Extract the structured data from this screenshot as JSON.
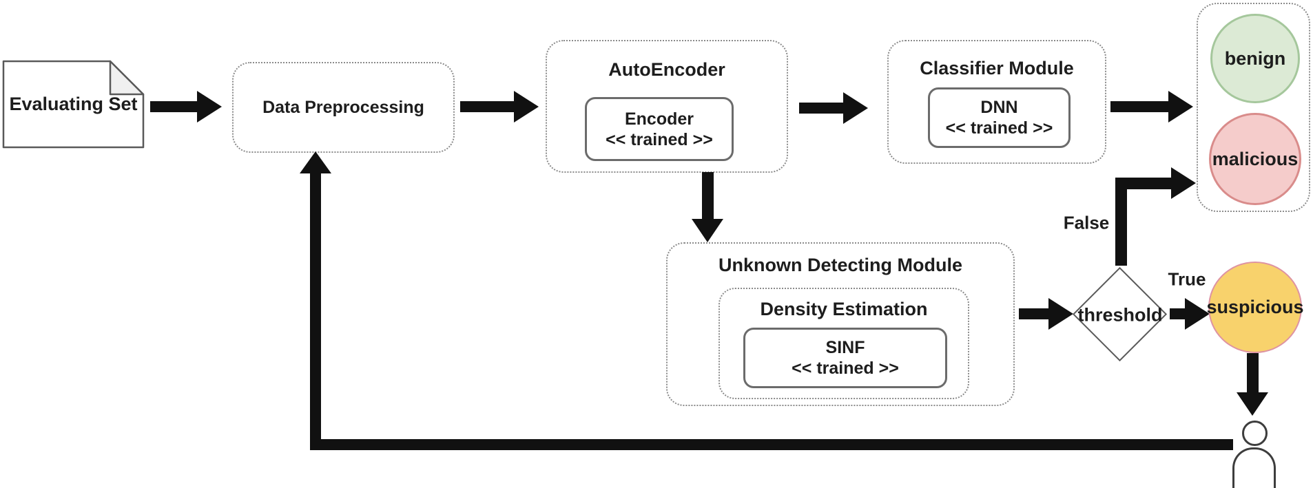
{
  "nodes": {
    "evaluating_set": {
      "label": "Evaluating Set"
    },
    "data_preprocessing": {
      "label": "Data Preprocessing"
    },
    "autoencoder": {
      "title": "AutoEncoder",
      "encoder_name": "Encoder",
      "encoder_stereotype": "<< trained >>"
    },
    "classifier_module": {
      "title": "Classifier Module",
      "dnn_name": "DNN",
      "dnn_stereotype": "<< trained >>"
    },
    "unknown_detecting_module": {
      "title": "Unknown Detecting Module",
      "density_estimation_title": "Density Estimation",
      "sinf_name": "SINF",
      "sinf_stereotype": "<< trained >>"
    },
    "threshold_decision": {
      "label": "threshold"
    }
  },
  "outputs": {
    "benign": {
      "label": "benign",
      "fill": "#dcead5",
      "border": "#a5c79c"
    },
    "malicious": {
      "label": "malicious",
      "fill": "#f5cccb",
      "border": "#d98c8b"
    },
    "suspicious": {
      "label": "suspicious",
      "fill": "#f8d26c",
      "border": "#de93a2"
    }
  },
  "edge_labels": {
    "false_branch": "False",
    "true_branch": "True"
  },
  "icons": {
    "document": "document-icon",
    "person": "person-icon"
  },
  "colors": {
    "arrow": "#111111",
    "dotted_border": "#8a8a8a",
    "solid_border": "#6b6b6b",
    "text": "#1d1d1d"
  }
}
